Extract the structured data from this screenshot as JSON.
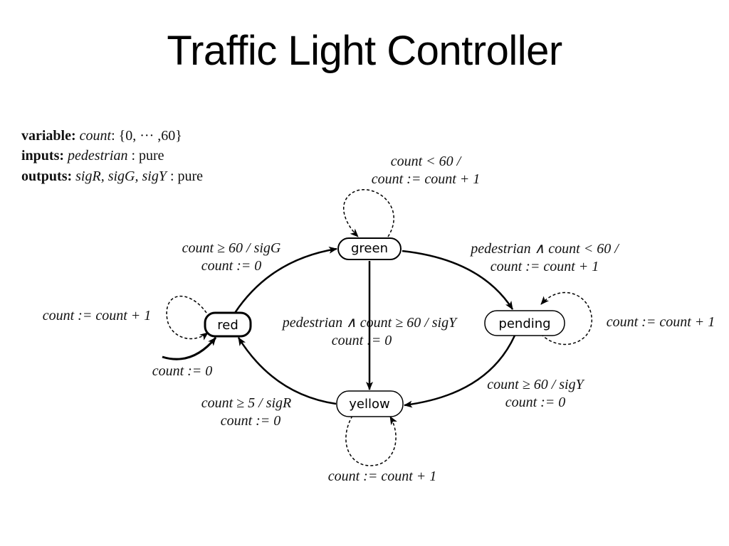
{
  "title": "Traffic Light Controller",
  "declarations": {
    "variable": {
      "keyword": "variable:",
      "name": "count",
      "sep": ":",
      "domain": "{0, ··· ,60}"
    },
    "inputs": {
      "keyword": "inputs:",
      "name": "pedestrian",
      "type": ": pure"
    },
    "outputs": {
      "keyword": "outputs:",
      "names": "sigR, sigG, sigY",
      "type": ": pure"
    }
  },
  "states": {
    "green": "green",
    "red": "red",
    "pending": "pending",
    "yellow": "yellow"
  },
  "transitions": {
    "green_self": {
      "guard": "count < 60 /",
      "action": "count := count + 1"
    },
    "red_to_green": {
      "guard": "count ≥ 60 / sigG",
      "action": "count := 0"
    },
    "green_to_pending": {
      "guard": "pedestrian ∧ count < 60 /",
      "action": "count := count + 1"
    },
    "red_self": {
      "action": "count := count + 1"
    },
    "green_to_yellow": {
      "guard": "pedestrian ∧ count ≥ 60 / sigY",
      "action": "count := 0"
    },
    "pending_self": {
      "action": "count := count + 1"
    },
    "initial": {
      "action": "count := 0"
    },
    "pending_to_yellow": {
      "guard": "count ≥ 60 / sigY",
      "action": "count := 0"
    },
    "yellow_to_red": {
      "guard": "count ≥ 5 / sigR",
      "action": "count := 0"
    },
    "yellow_self": {
      "action": "count := count + 1"
    }
  }
}
